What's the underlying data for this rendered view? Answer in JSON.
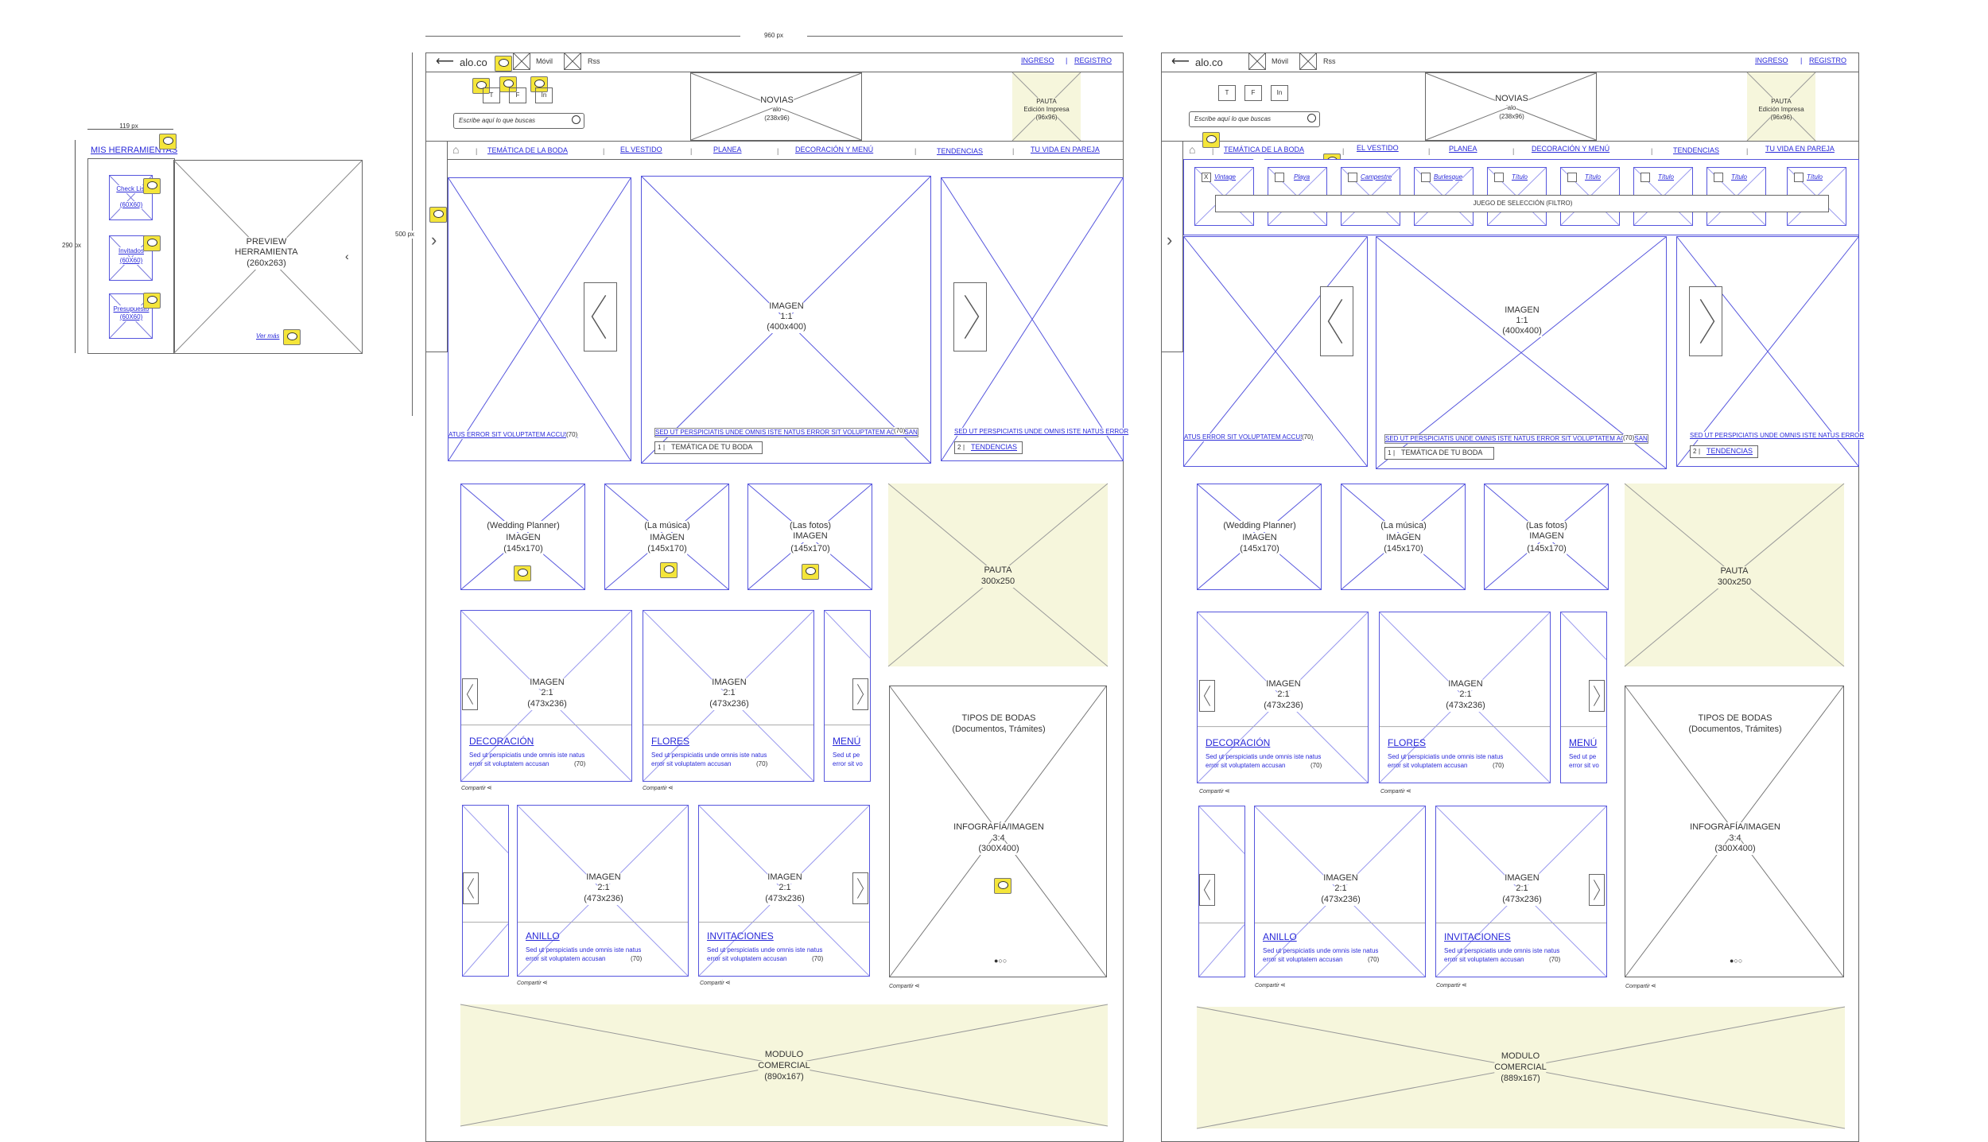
{
  "dims": {
    "width_960": "960 px",
    "height_500": "500 px",
    "width_119": "119 px",
    "height_290": "290 px"
  },
  "tools": {
    "header": "MIS HERRAMIENTAS",
    "items": [
      {
        "label": "Check List",
        "size": "(60X60)"
      },
      {
        "label": "Invitados",
        "size": "(60X60)"
      },
      {
        "label": "Presupuesto",
        "size": "(60X60)"
      }
    ],
    "preview_title": "PREVIEW",
    "preview_sub": "HERRAMIENTA",
    "preview_size": "(260x263)",
    "ver_mas": "Ver más"
  },
  "topbar": {
    "brand": "alo.co",
    "movil": "Móvil",
    "rss": "Rss",
    "ingreso": "INGRESO",
    "registro": "REGISTRO",
    "sep": "|"
  },
  "header": {
    "search_placeholder": "Escribe aquí lo que buscas",
    "social": [
      "T",
      "F",
      "In"
    ],
    "novias_title": "NOVIAS",
    "novias_sub": "alo",
    "novias_size": "(238x96)",
    "pauta_title": "PAUTA",
    "pauta_sub": "Edición Impresa",
    "pauta_size": "(96x96)"
  },
  "nav": [
    "TEMÁTICA DE LA BODA",
    "EL VESTIDO",
    "PLANEA",
    "DECORACIÓN Y MENÚ",
    "TENDENCIAS",
    "TU VIDA EN PAREJA"
  ],
  "filters": {
    "first": "X",
    "items": [
      "Vintage",
      "Playa",
      "Campestre",
      "Burlesque",
      "Título",
      "Título",
      "Título",
      "Título",
      "Título"
    ],
    "label": "JUEGO DE SELECCIÓN (FILTRO)"
  },
  "slider": {
    "caption": "SED UT PERSPICIATIS UNDE OMNIS ISTE NATUS ERROR SIT VOLUPTATEM ACCUSAN",
    "caption_left": "ATUS ERROR SIT VOLUPTATEM ACCUSAN",
    "caption_right": "SED UT PERSPICIATIS UNDE OMNIS ISTE NATUS ERROR",
    "count": "(70)",
    "center_label": "TEMÁTICA DE TU BODA",
    "center_num": "1",
    "right_label": "TENDENCIAS",
    "right_num": "2",
    "img": "IMAGEN",
    "ratio": "1:1",
    "size": "(400x400)"
  },
  "small_cards": [
    {
      "title": "(Wedding Planner)",
      "img": "IMAGEN",
      "size": "(145x170)"
    },
    {
      "title": "(La música)",
      "img": "IMAGEN",
      "size": "(145x170)"
    },
    {
      "title": "(Las fotos)",
      "img": "IMAGEN",
      "size": "(145x170)"
    }
  ],
  "pauta_big": {
    "title": "PAUTA",
    "size": "300x250"
  },
  "cards_row1": [
    {
      "title": "DECORACIÓN",
      "desc1": "Sed ut perspiciatis unde omnis iste natus",
      "desc2": "error sit voluptatem accusan",
      "count": "(70)"
    },
    {
      "title": "FLORES",
      "desc1": "Sed ut perspiciatis unde omnis iste natus",
      "desc2": "error sit voluptatem accusan",
      "count": "(70)"
    },
    {
      "title": "MENÚ",
      "desc1": "Sed ut pe",
      "desc2": "error sit vo",
      "count": ""
    }
  ],
  "cards_row2": [
    {
      "title": "ANILLO",
      "desc1": "Sed ut perspiciatis unde omnis iste natus",
      "desc2": "error sit voluptatem accusan",
      "count": "(70)"
    },
    {
      "title": "INVITACIONES",
      "desc1": "Sed ut perspiciatis unde omnis iste natus",
      "desc2": "error sit voluptatem accusan",
      "count": "(70)"
    }
  ],
  "card_img": {
    "img": "IMAGEN",
    "ratio": "2:1",
    "size": "(473x236)"
  },
  "share": "Compartir",
  "tipos": {
    "title": "TIPOS DE BODAS",
    "sub": "(Documentos, Trámites)",
    "img": "INFOGRAFÍA/IMAGEN",
    "ratio": "3:4",
    "size": "(300X400)"
  },
  "modulo": {
    "t1": "MODULO",
    "t2": "COMERCIAL",
    "size_a": "(890x167)",
    "size_b": "(889x167)"
  }
}
